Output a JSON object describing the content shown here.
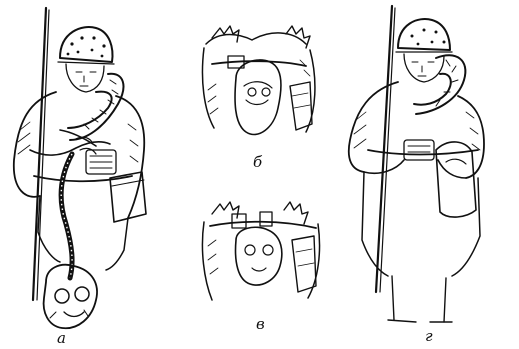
{
  "figure": {
    "panels": [
      {
        "id": "a",
        "label": "а",
        "subject": "soldier-attaching-gas-mask-hose"
      },
      {
        "id": "b",
        "label": "б",
        "subject": "closeup-gas-mask-bag-top"
      },
      {
        "id": "v",
        "label": "в",
        "subject": "closeup-gas-mask-bag-bottom"
      },
      {
        "id": "g",
        "label": "г",
        "subject": "soldier-with-gas-mask-bag-at-side"
      }
    ]
  },
  "colors": {
    "ink": "#111111",
    "paper": "#ffffff"
  }
}
